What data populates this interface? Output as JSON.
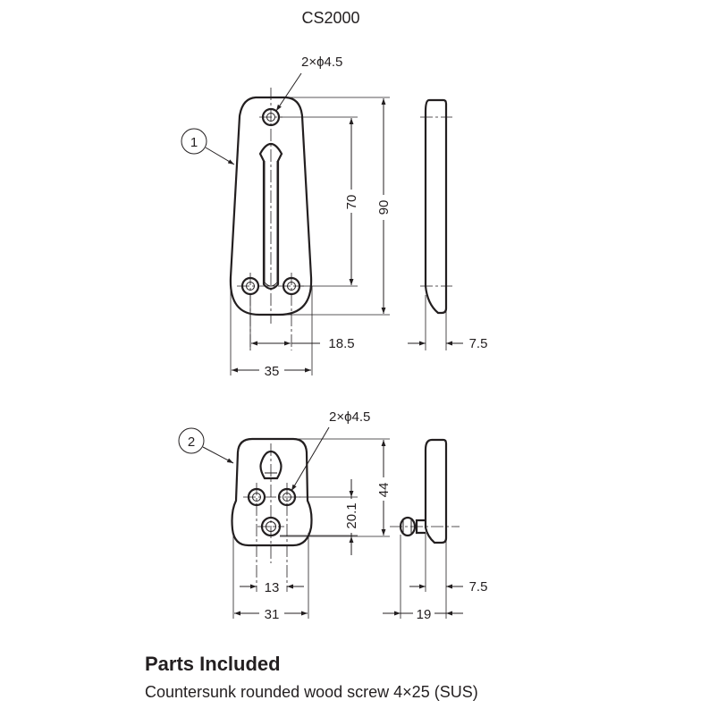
{
  "drawing": {
    "model": "CS2000",
    "part1": {
      "callout": "1",
      "hole_note": "2×ϕ4.5",
      "dim_hole_pitch": "70",
      "dim_height": "90",
      "dim_hole_offset": "18.5",
      "dim_width": "35",
      "dim_thickness": "7.5"
    },
    "part2": {
      "callout": "2",
      "hole_note": "2×ϕ4.5",
      "dim_height": "44",
      "dim_hole_height": "20.1",
      "dim_hole_spacing": "13",
      "dim_width": "31",
      "dim_thickness": "7.5",
      "dim_pin_length": "19"
    }
  },
  "parts_included": {
    "heading": "Parts Included",
    "description": "Countersunk rounded wood screw 4×25 (SUS)"
  }
}
